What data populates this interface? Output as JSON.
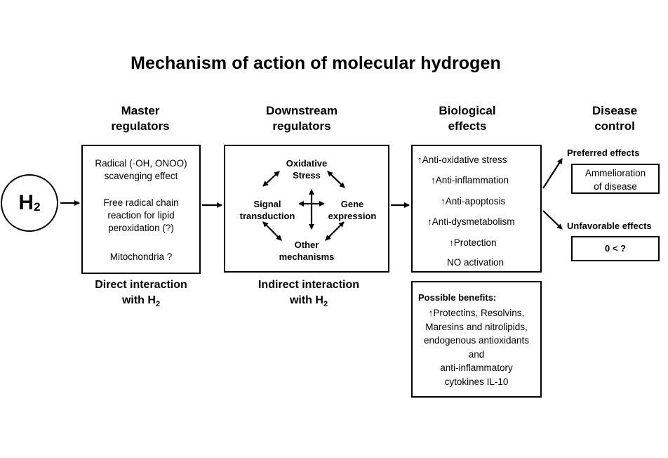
{
  "title": "Mechanism of action of molecular hydrogen",
  "h2_node": {
    "main": "H",
    "sub": "2"
  },
  "columns": {
    "master": {
      "heading_line1": "Master",
      "heading_line2": "regulators",
      "items": [
        "Radical (·OH, ONOO)",
        "scavenging effect",
        "Free radical chain",
        "reaction for lipid",
        "peroxidation (?)",
        "Mitochondria ?"
      ],
      "footer_line1": "Direct interaction",
      "footer_line2_prefix": "with H",
      "footer_line2_sub": "2"
    },
    "downstream": {
      "heading_line1": "Downstream",
      "heading_line2": "regulators",
      "nodes": {
        "top_line1": "Oxidative",
        "top_line2": "Stress",
        "left_line1": "Signal",
        "left_line2": "transduction",
        "right_line1": "Gene",
        "right_line2": "expression",
        "bottom_line1": "Other",
        "bottom_line2": "mechanisms"
      },
      "footer_line1": "Indirect interaction",
      "footer_line2_prefix": "with H",
      "footer_line2_sub": "2"
    },
    "biological": {
      "heading_line1": "Biological",
      "heading_line2": "effects",
      "effects": [
        "↑Anti-oxidative stress",
        "↑Anti-inflammation",
        "↑Anti-apoptosis",
        "↑Anti-dysmetabolism",
        "↑Protection",
        "NO activation"
      ],
      "benefits_title": "Possible benefits:",
      "benefits_lines": [
        "↑Protectins, Resolvins,",
        "Maresins and nitrolipids,",
        "endogenous antioxidants",
        "and",
        "anti-inflammatory",
        "cytokines IL-10"
      ]
    },
    "disease": {
      "heading_line1": "Disease",
      "heading_line2": "control",
      "preferred_label": "Preferred effects",
      "preferred_line1": "Ammelioration",
      "preferred_line2": "of disease",
      "unfavorable_label": "Unfavorable effects",
      "unfavorable_value": "0 < ?"
    }
  }
}
